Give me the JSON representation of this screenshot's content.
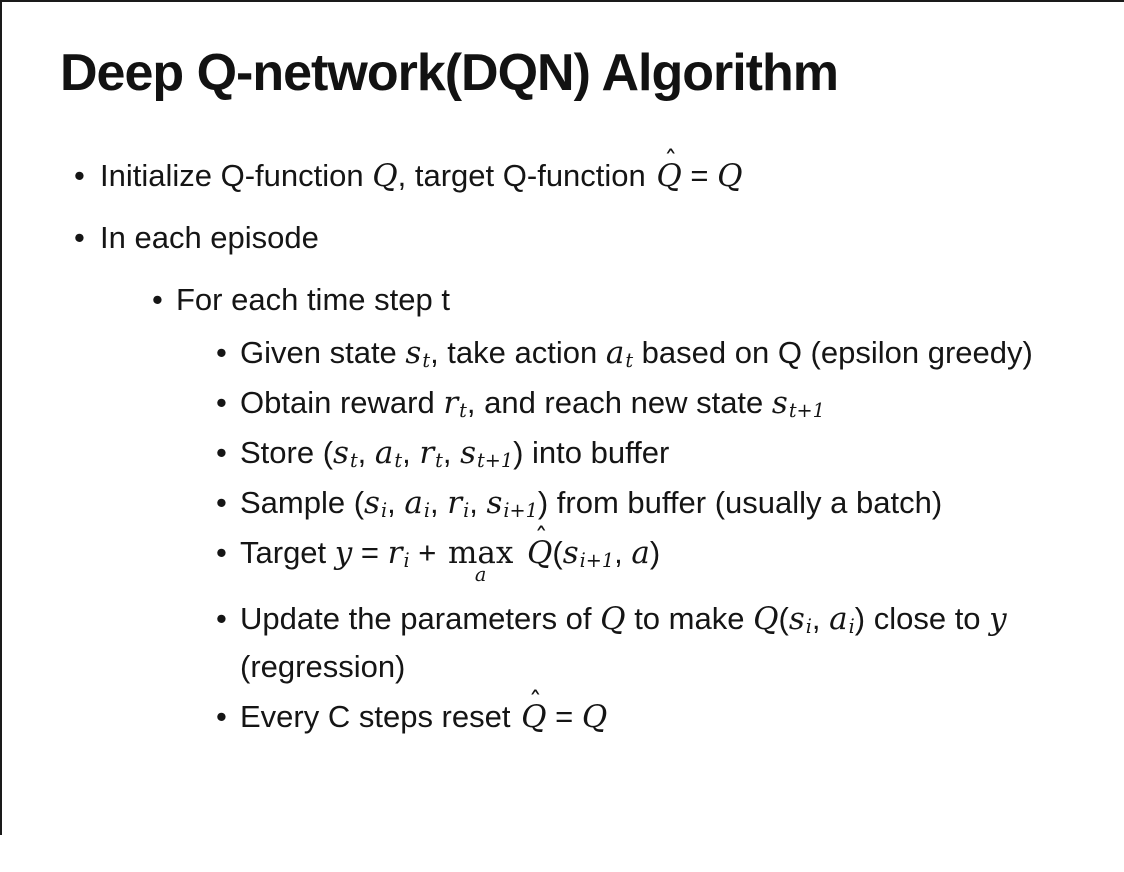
{
  "slide": {
    "title": "Deep Q-network(DQN) Algorithm",
    "glyphs": {
      "bullet": "•",
      "hat": "ˆ"
    },
    "colors": {
      "background": "#ffffff",
      "text": "#151515",
      "border": "#1a1a1a"
    },
    "bullets": [
      {
        "level": 1,
        "segments": [
          {
            "t": "txt",
            "v": "Initialize Q-function "
          },
          {
            "t": "var",
            "v": "Q"
          },
          {
            "t": "txt",
            "v": ", target Q-function "
          },
          {
            "t": "var",
            "v": "Q",
            "hat": true
          },
          {
            "t": "txt",
            "v": " = "
          },
          {
            "t": "var",
            "v": "Q"
          }
        ]
      },
      {
        "level": 1,
        "segments": [
          {
            "t": "txt",
            "v": "In each episode"
          }
        ]
      },
      {
        "level": 2,
        "segments": [
          {
            "t": "txt",
            "v": "For each time step t"
          }
        ]
      },
      {
        "level": 3,
        "segments": [
          {
            "t": "txt",
            "v": "Given state "
          },
          {
            "t": "var",
            "v": "s",
            "sub": "t"
          },
          {
            "t": "txt",
            "v": ", take action "
          },
          {
            "t": "var",
            "v": "a",
            "sub": "t"
          },
          {
            "t": "txt",
            "v": " based on Q (epsilon greedy)"
          }
        ]
      },
      {
        "level": 3,
        "segments": [
          {
            "t": "txt",
            "v": "Obtain reward "
          },
          {
            "t": "var",
            "v": "r",
            "sub": "t"
          },
          {
            "t": "txt",
            "v": ", and reach new state "
          },
          {
            "t": "var",
            "v": "s",
            "sub": "t+1"
          }
        ]
      },
      {
        "level": 3,
        "segments": [
          {
            "t": "txt",
            "v": "Store ("
          },
          {
            "t": "var",
            "v": "s",
            "sub": "t"
          },
          {
            "t": "txt",
            "v": ", "
          },
          {
            "t": "var",
            "v": "a",
            "sub": "t"
          },
          {
            "t": "txt",
            "v": ", "
          },
          {
            "t": "var",
            "v": "r",
            "sub": "t"
          },
          {
            "t": "txt",
            "v": ", "
          },
          {
            "t": "var",
            "v": "s",
            "sub": "t+1"
          },
          {
            "t": "txt",
            "v": ") into buffer"
          }
        ]
      },
      {
        "level": 3,
        "segments": [
          {
            "t": "txt",
            "v": "Sample ("
          },
          {
            "t": "var",
            "v": "s",
            "sub": "i"
          },
          {
            "t": "txt",
            "v": ", "
          },
          {
            "t": "var",
            "v": "a",
            "sub": "i"
          },
          {
            "t": "txt",
            "v": ", "
          },
          {
            "t": "var",
            "v": "r",
            "sub": "i"
          },
          {
            "t": "txt",
            "v": ", "
          },
          {
            "t": "var",
            "v": "s",
            "sub": "i+1"
          },
          {
            "t": "txt",
            "v": ") from buffer (usually a batch)"
          }
        ]
      },
      {
        "level": 3,
        "segments": [
          {
            "t": "txt",
            "v": "Target "
          },
          {
            "t": "var",
            "v": "y"
          },
          {
            "t": "txt",
            "v": " = "
          },
          {
            "t": "var",
            "v": "r",
            "sub": "i"
          },
          {
            "t": "txt",
            "v": " + "
          },
          {
            "t": "op",
            "v": "max",
            "under": "a"
          },
          {
            "t": "txt",
            "v": " "
          },
          {
            "t": "var",
            "v": "Q",
            "hat": true
          },
          {
            "t": "txt",
            "v": "("
          },
          {
            "t": "var",
            "v": "s",
            "sub": "i+1"
          },
          {
            "t": "txt",
            "v": ", "
          },
          {
            "t": "var",
            "v": "a"
          },
          {
            "t": "txt",
            "v": ")"
          }
        ]
      },
      {
        "level": 3,
        "segments": [
          {
            "t": "txt",
            "v": "Update the parameters of "
          },
          {
            "t": "var",
            "v": "Q"
          },
          {
            "t": "txt",
            "v": " to make "
          },
          {
            "t": "var",
            "v": "Q"
          },
          {
            "t": "txt",
            "v": "("
          },
          {
            "t": "var",
            "v": "s",
            "sub": "i"
          },
          {
            "t": "txt",
            "v": ", "
          },
          {
            "t": "var",
            "v": "a",
            "sub": "i"
          },
          {
            "t": "txt",
            "v": ") close to "
          },
          {
            "t": "var",
            "v": "y"
          },
          {
            "t": "txt",
            "v": " (regression)"
          }
        ]
      },
      {
        "level": 3,
        "segments": [
          {
            "t": "txt",
            "v": "Every C steps reset "
          },
          {
            "t": "var",
            "v": "Q",
            "hat": true
          },
          {
            "t": "txt",
            "v": " = "
          },
          {
            "t": "var",
            "v": "Q"
          }
        ]
      }
    ]
  }
}
